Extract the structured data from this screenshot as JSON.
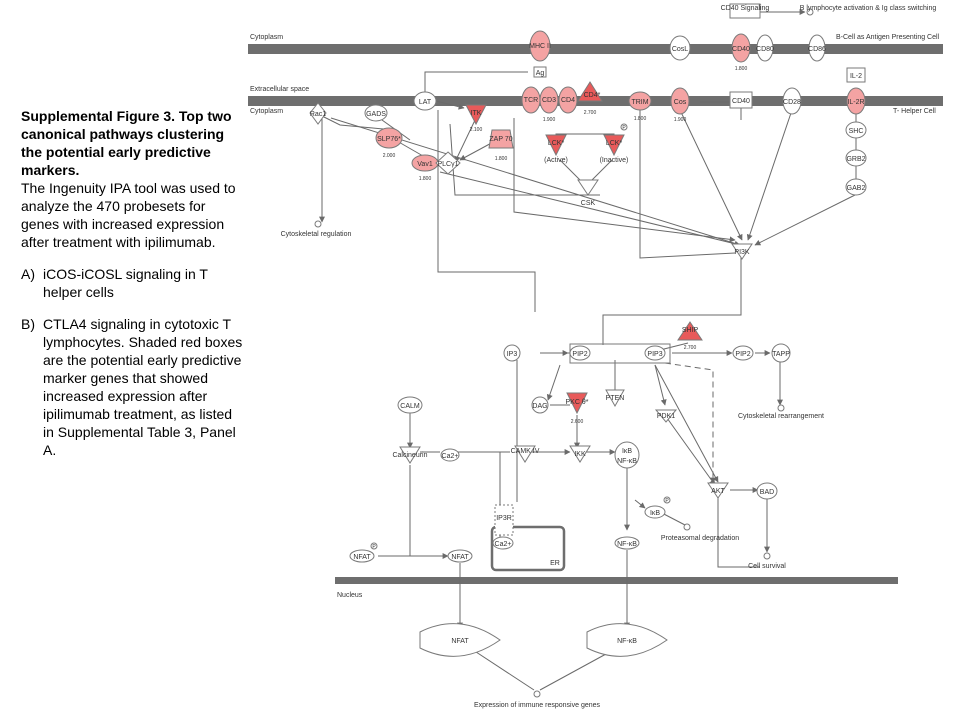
{
  "caption": {
    "title": "Supplemental Figure 3. Top two canonical pathways clustering the potential early predictive markers.",
    "body": "The Ingenuity IPA tool was used to analyze the 470 probesets for genes with increased expression after treatment with ipilimumab.",
    "item_a_label": "A)",
    "item_a_text": "iCOS-iCOSL signaling in T helper cells",
    "item_b_label": "B)",
    "item_b_text": "CTLA4 signaling in cytotoxic T lymphocytes. Shaded red boxes are the potential early predictive marker genes that showed increased expression after ipilimumab treatment, as listed in Supplemental Table 3, Panel A."
  },
  "compartments": {
    "cytoplasm_top": "Cytoplasm",
    "extracellular": "Extracellular space",
    "cytoplasm_mid": "Cytoplasm",
    "nucleus": "Nucleus",
    "bcell": "B-Cell as Antigen Presenting Cell",
    "thelper": "T- Helper Cell"
  },
  "colors": {
    "membrane": "#6e6e6e",
    "node_fill": "#ffffff",
    "node_stroke": "#7a7a7a",
    "highlight_fill": "#f4a3a3",
    "highlight_strong": "#e85a5a",
    "edge": "#6a6a6a",
    "text": "#333333"
  },
  "nodes": {
    "cd40_signaling": "CD40 Signaling",
    "b_activation": "B lymphocyte activation & Ig class switching",
    "mhc": "MHC II",
    "ag": "Ag",
    "tcr": "TCR",
    "cd3": "CD3",
    "cd4_top": "CD4",
    "cd4_label": "CD4*",
    "cd4_value": "2.700",
    "cosl": "CosL",
    "cd40_top": "CD40",
    "cd40_value": "1.800",
    "cd80": "CD80",
    "cd86": "CD86",
    "il2": "IL-2",
    "lat": "LAT",
    "gads": "GADS",
    "rac1": "Rac1",
    "itk": "ITK",
    "itk_value": "2.100",
    "slp76": "SLP76*",
    "slp76_value": "2.000",
    "vav1": "Vav1",
    "vav1_value": "1.800",
    "plcg1": "PLCγ1",
    "zap70": "ZAP 70",
    "zap70_value": "1.800",
    "lck_active": "LCK*",
    "lck_inactive": "LCK*",
    "active": "(Active)",
    "inactive": "(Inactive)",
    "cd3_value": "1.900",
    "csk": "CSK",
    "trim": "TRIM",
    "trim_value": "1.800",
    "cos": "Cos",
    "cos_value": "1.900",
    "cd40_low": "CD40",
    "cd28": "CD28",
    "il2r": "IL-2R",
    "shc": "SHC",
    "grb2": "GRB2",
    "gab2": "GAB2",
    "p_mark": "P",
    "cyto_reg": "Cytoskeletal regulation",
    "pi3k": "PI3K",
    "ship": "SHIP",
    "ship_value": "2.700",
    "ip3": "IP3",
    "pip2": "PIP2",
    "pip3": "PIP3",
    "pip2b": "PIP2",
    "tapp": "TAPP",
    "dag": "DAG",
    "pkc": "PKC θ*",
    "pkc_value": "2.600",
    "pten": "PTEN",
    "pdk1": "PDK1",
    "cyto_rearr": "Cytoskeletal rearrangement",
    "calm": "CALM",
    "calcineurin": "Calcineurin",
    "ca2": "Ca2+",
    "camk": "CAMK IV",
    "ikk": "IKK",
    "ikb_nfkb_1": "IκB",
    "ikb_nfkb_2": "NF-κB",
    "akt": "AKT",
    "bad": "BAD",
    "ip3r": "IP3R",
    "ca2_er": "Ca2+",
    "er": "ER",
    "ikb": "IκB",
    "proteasomal": "Proteasomal degradation",
    "nfat_p": "NFAT",
    "nfat": "NFAT",
    "nfkb": "NF-κB",
    "cell_survival": "Cell survival",
    "nfat_nuc": "NFAT",
    "nfkb_nuc": "NF-κB",
    "expression": "Expression of immune responsive genes"
  }
}
